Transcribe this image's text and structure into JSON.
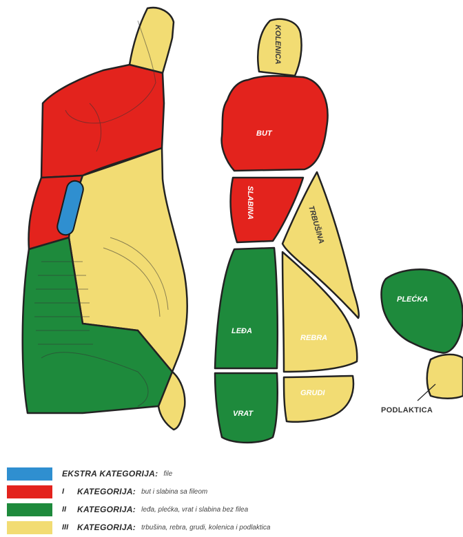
{
  "colors": {
    "ekstra": "#2f8fd0",
    "first": "#e3231d",
    "second": "#1e8a3c",
    "third": "#f2dc73",
    "outline": "#222222"
  },
  "labels": {
    "kolenica": "KOLENICA",
    "but": "BUT",
    "slabina": "SLABINA",
    "trbusina": "TRBUŠINA",
    "leda": "LEĐA",
    "rebra": "REBRA",
    "grudi": "GRUDI",
    "vrat": "VRAT",
    "plecka": "PLEĆKA",
    "podlaktica": "PODLAKTICA"
  },
  "legend": [
    {
      "roman": "",
      "category": "EKSTRA KATEGORIJA:",
      "description": "file",
      "color_key": "ekstra"
    },
    {
      "roman": "I",
      "category": "KATEGORIJA:",
      "description": "but i slabina sa fileom",
      "color_key": "first"
    },
    {
      "roman": "II",
      "category": "KATEGORIJA:",
      "description": "leđa, plećka, vrat i slabina bez filea",
      "color_key": "second"
    },
    {
      "roman": "III",
      "category": "KATEGORIJA:",
      "description": "trbušina, rebra, grudi, kolenica i podlaktica",
      "color_key": "third"
    }
  ]
}
